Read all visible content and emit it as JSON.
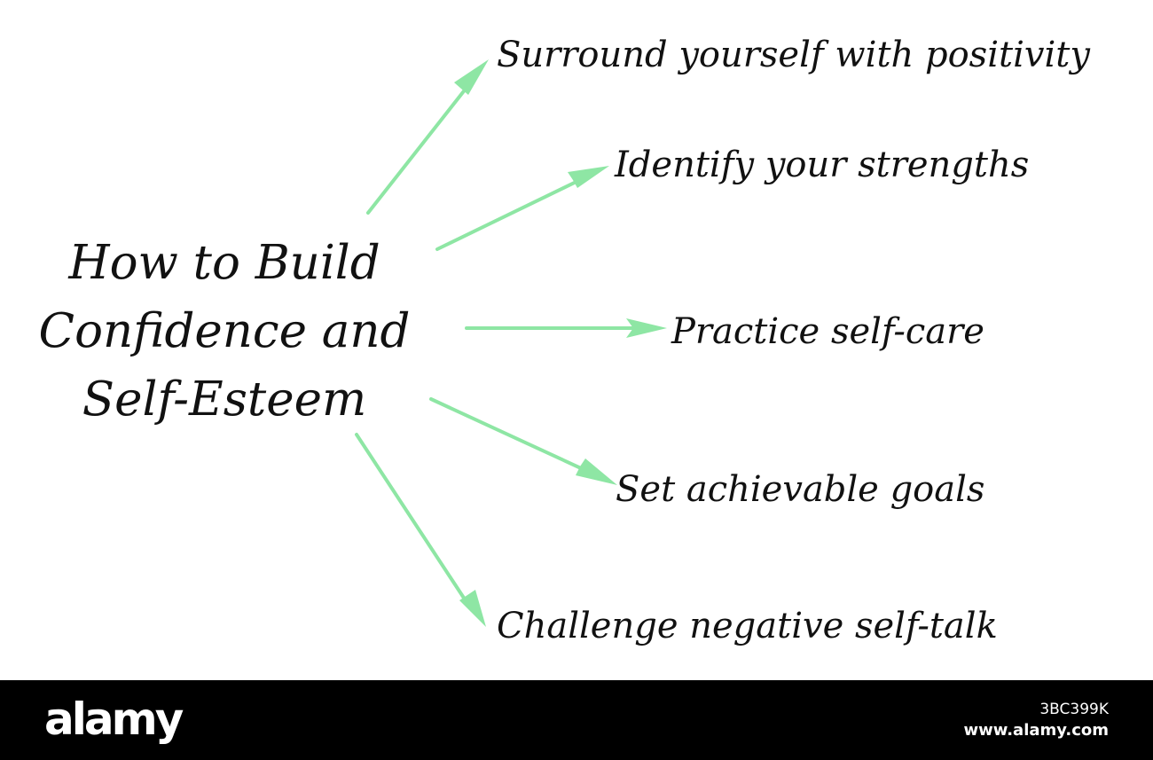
{
  "diagram": {
    "title_lines": [
      "How to Build",
      "Confidence and",
      "Self-Esteem"
    ],
    "items": [
      "Surround yourself with positivity",
      "Identify your strengths",
      "Practice self-care",
      "Set achievable goals",
      "Challenge negative self-talk"
    ],
    "arrow_color": "#8ee6a4",
    "text_color": "#111111"
  },
  "watermark": {
    "brand": "alamy",
    "image_id": "3BC399K",
    "url": "www.alamy.com",
    "bar_color": "#000000"
  }
}
